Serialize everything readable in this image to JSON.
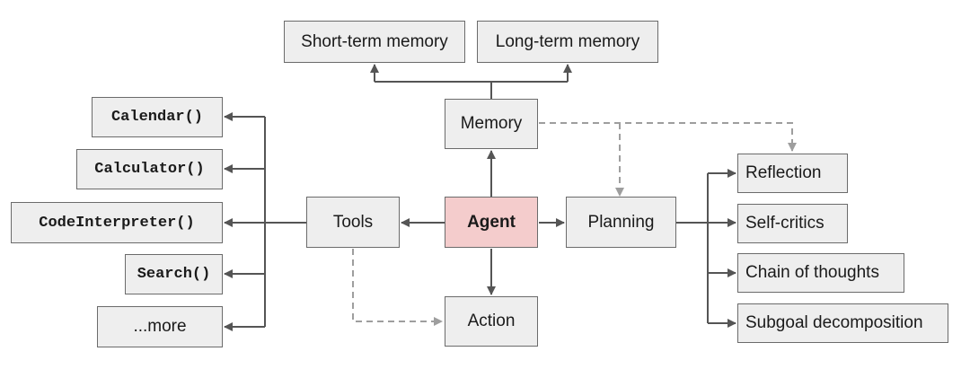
{
  "center": {
    "label": "Agent",
    "color": "#f4cccc"
  },
  "memory": {
    "label": "Memory",
    "short_term": "Short-term memory",
    "long_term": "Long-term memory"
  },
  "tools": {
    "label": "Tools",
    "items": [
      "Calendar()",
      "Calculator()",
      "CodeInterpreter()",
      "Search()",
      "...more"
    ]
  },
  "planning": {
    "label": "Planning",
    "items": [
      "Reflection",
      "Self-critics",
      "Chain of thoughts",
      "Subgoal decomposition"
    ]
  },
  "action": {
    "label": "Action"
  },
  "colors": {
    "box_fill": "#eeeeee",
    "box_border": "#6b6b6b",
    "solid_arrow": "#555555",
    "dashed_arrow": "#9e9e9e"
  }
}
